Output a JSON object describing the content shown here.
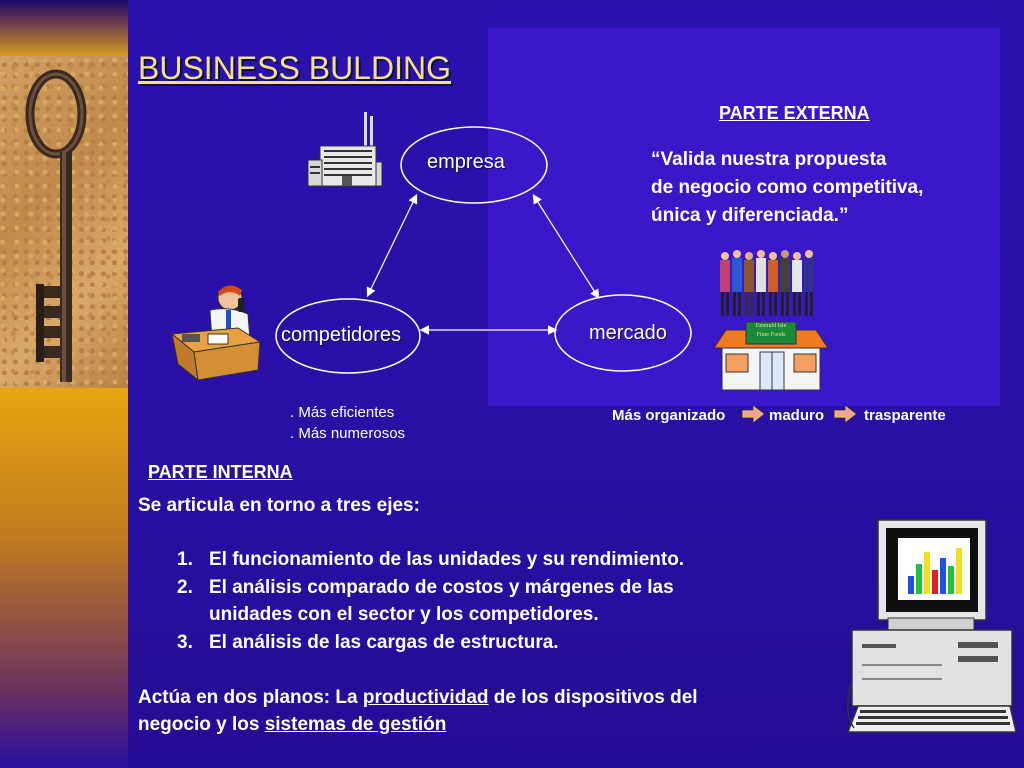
{
  "title": "BUSINESS BULDING",
  "externa": {
    "heading": "PARTE EXTERNA",
    "quote_lines": [
      "“Valida nuestra propuesta",
      "de negocio como competitiva,",
      "única y diferenciada.”"
    ]
  },
  "diagram": {
    "nodes": {
      "empresa": "empresa",
      "competidores": "competidores",
      "mercado": "mercado"
    },
    "competidores_notes": [
      ". Más eficientes",
      ". Más numerosos"
    ],
    "mercado_steps": [
      "Más organizado",
      "maduro",
      "trasparente"
    ],
    "store_sign": [
      "Emerald Isle",
      "Finer Foods"
    ]
  },
  "interna": {
    "heading": "PARTE INTERNA",
    "intro": "Se articula en torno a tres ejes:",
    "items": [
      {
        "num": "1.",
        "lines": [
          "El funcionamiento de las unidades y su rendimiento."
        ]
      },
      {
        "num": "2.",
        "lines": [
          "El análisis comparado de costos y márgenes de las",
          "unidades con el sector y los competidores."
        ]
      },
      {
        "num": "3.",
        "lines": [
          "El análisis de las cargas de estructura."
        ]
      }
    ],
    "closing": {
      "part1": "Actúa en dos planos: La ",
      "link1": "productividad",
      "part2": " de los dispositivos del",
      "part3": "negocio y los ",
      "link2": "sistemas de gestión"
    }
  },
  "colors": {
    "title": "#f5e08a",
    "background": "#2a10a6",
    "panel": "#3a17c9"
  }
}
